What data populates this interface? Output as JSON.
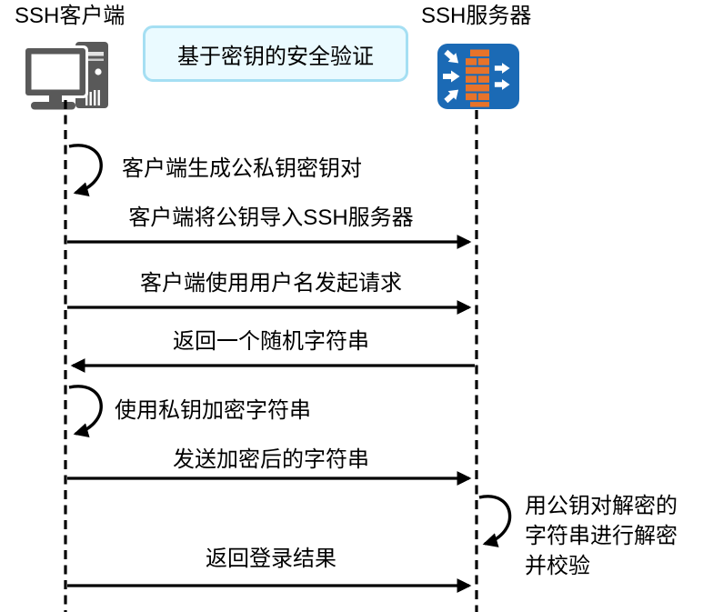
{
  "banner": {
    "text": "基于密钥的安全验证"
  },
  "actors": {
    "client": {
      "label": "SSH客户端",
      "icon": "desktop-computer-icon"
    },
    "server": {
      "label": "SSH服务器",
      "icon": "firewall-icon"
    }
  },
  "messages": [
    {
      "kind": "self-loop",
      "actor": "client",
      "label": "客户端生成公私钥密钥对"
    },
    {
      "kind": "arrow",
      "from": "client",
      "to": "server",
      "label": "客户端将公钥导入SSH服务器"
    },
    {
      "kind": "arrow",
      "from": "client",
      "to": "server",
      "label": "客户端使用用户名发起请求"
    },
    {
      "kind": "arrow",
      "from": "server",
      "to": "client",
      "label": "返回一个随机字符串"
    },
    {
      "kind": "self-loop",
      "actor": "client",
      "label": "使用私钥加密字符串"
    },
    {
      "kind": "arrow",
      "from": "client",
      "to": "server",
      "label": "发送加密后的字符串"
    },
    {
      "kind": "self-loop",
      "actor": "server",
      "label": "用公钥对解密的字符串进行解密并校验"
    },
    {
      "kind": "arrow",
      "from": "client",
      "to": "server",
      "label": "返回登录结果"
    }
  ],
  "colors": {
    "line": "#000000",
    "text": "#000000",
    "banner_bg": "#eafaff",
    "banner_border": "#a5dff3",
    "client_icon_gray": "#595959",
    "firewall_blue": "#1b6ab5",
    "firewall_brick_orange": "#e8732a",
    "firewall_arrow_white": "#ffffff"
  }
}
